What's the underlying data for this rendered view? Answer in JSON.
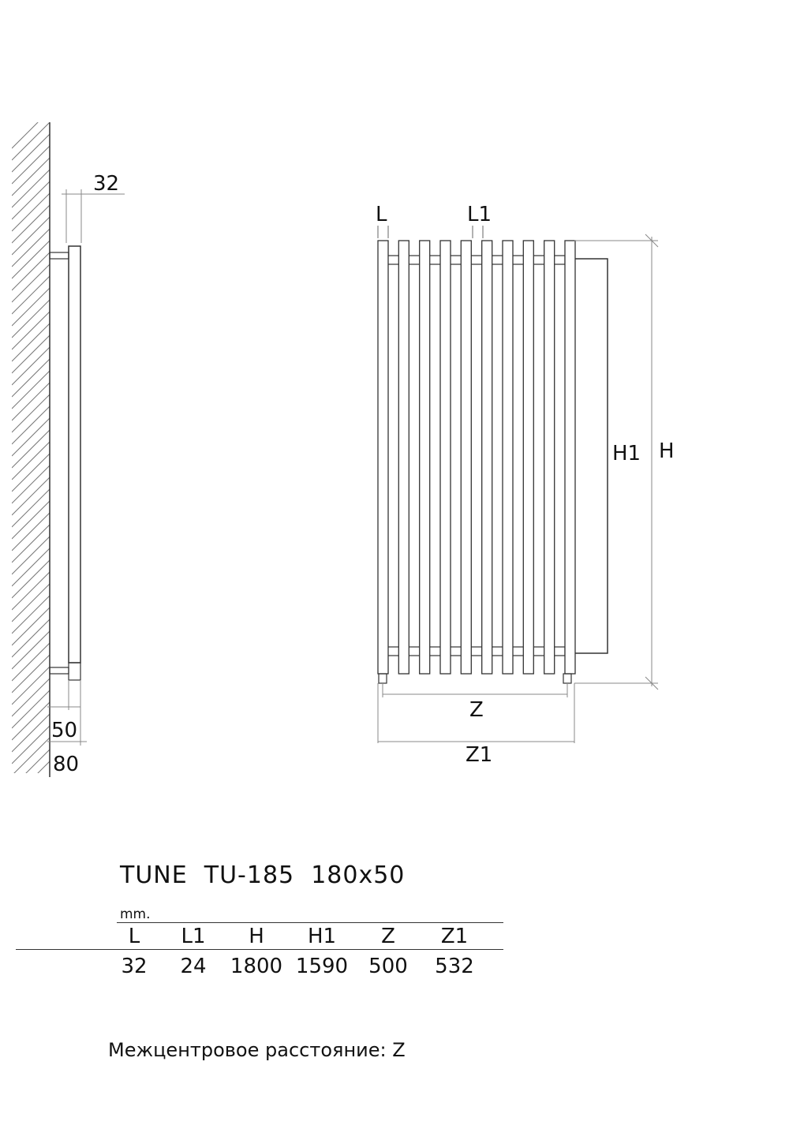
{
  "side_view": {
    "dim_32": "32",
    "dim_50": "50",
    "dim_80": "80"
  },
  "front_view": {
    "label_L": "L",
    "label_L1": "L1",
    "label_H1": "H1",
    "label_H": "H",
    "label_Z": "Z",
    "label_Z1": "Z1",
    "tube_count": 10
  },
  "spec": {
    "title": "TUNE  TU-185  180x50",
    "unit": "mm.",
    "headers": [
      "L",
      "L1",
      "H",
      "H1",
      "Z",
      "Z1"
    ],
    "values": [
      "32",
      "24",
      "1800",
      "1590",
      "500",
      "532"
    ]
  },
  "note": "Межцентровое расстояние: Z"
}
